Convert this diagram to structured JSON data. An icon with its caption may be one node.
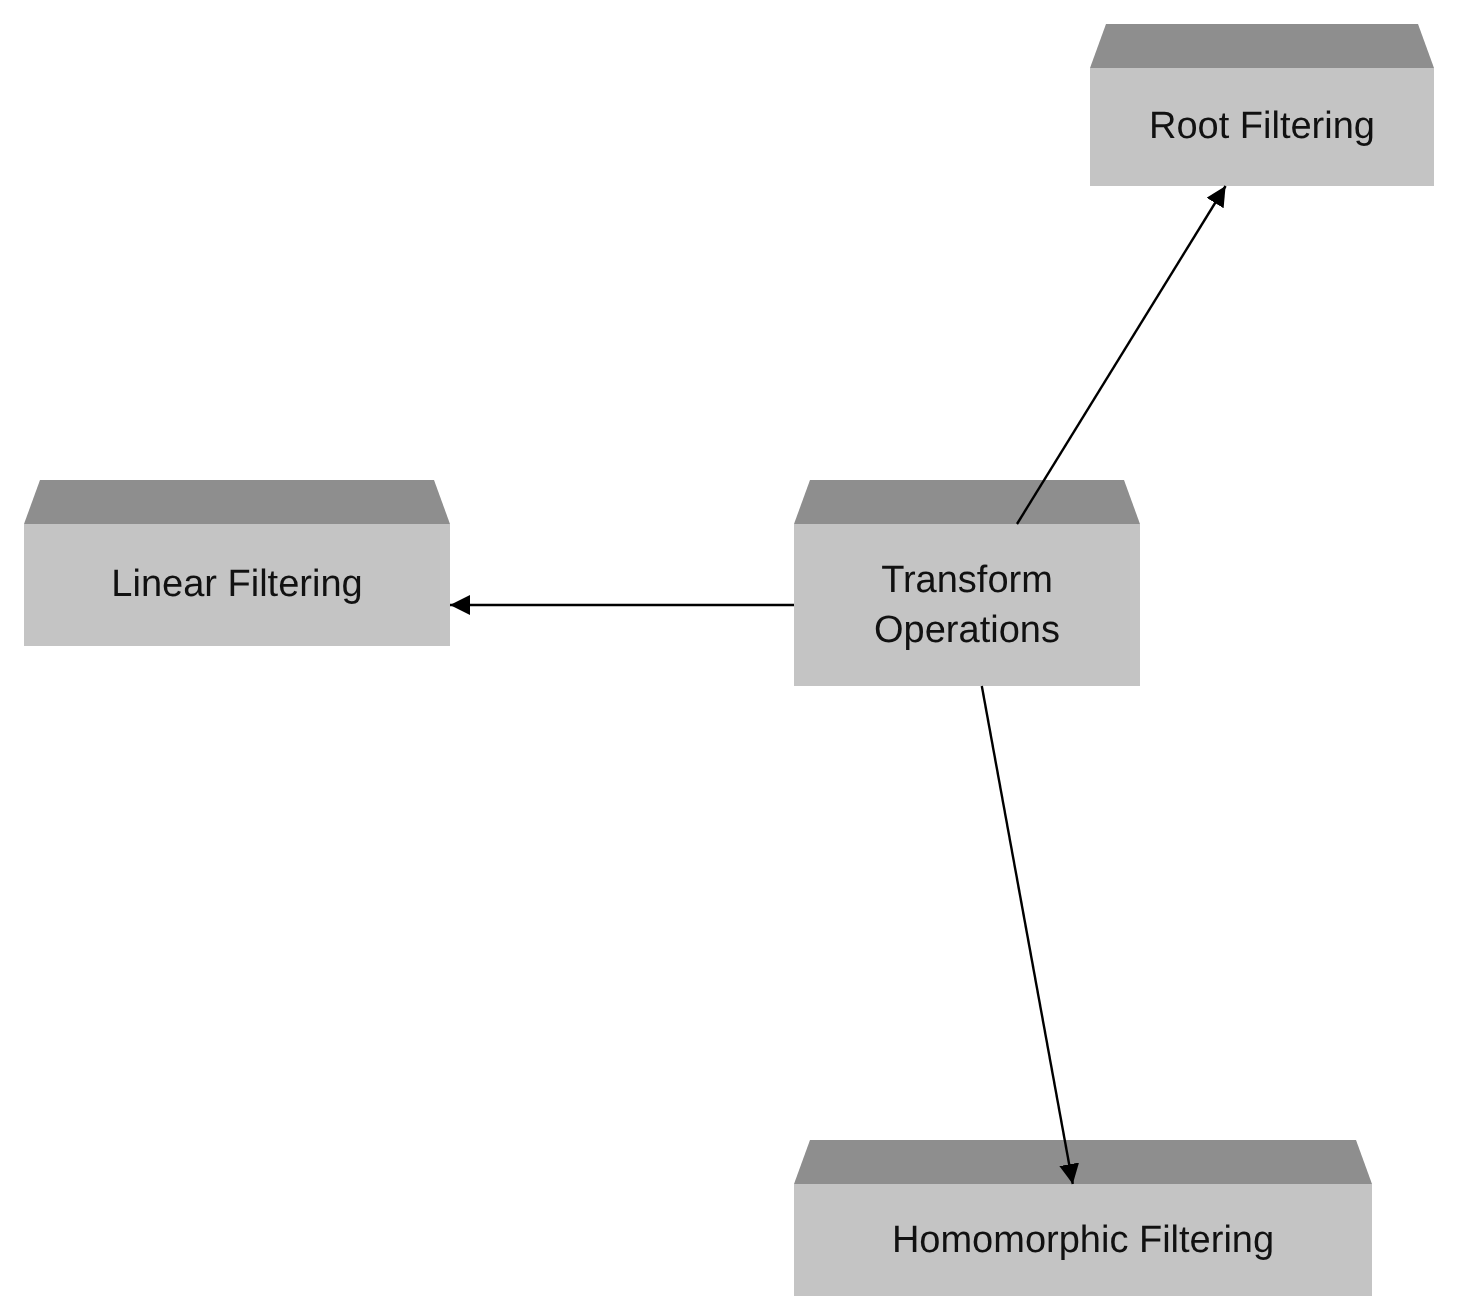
{
  "diagram": {
    "nodes": [
      {
        "text": [
          "Root Filtering"
        ]
      },
      {
        "text": [
          "Linear Filtering"
        ]
      },
      {
        "text": [
          "Transform Operations"
        ]
      },
      {
        "text": [
          "Homomorphic Filtering"
        ]
      }
    ],
    "edges": [
      {
        "from": 2,
        "to": 0,
        "arrow": "to"
      },
      {
        "from": 2,
        "to": 1,
        "arrow": "to"
      },
      {
        "from": 2,
        "to": 3,
        "arrow": "to"
      }
    ]
  }
}
